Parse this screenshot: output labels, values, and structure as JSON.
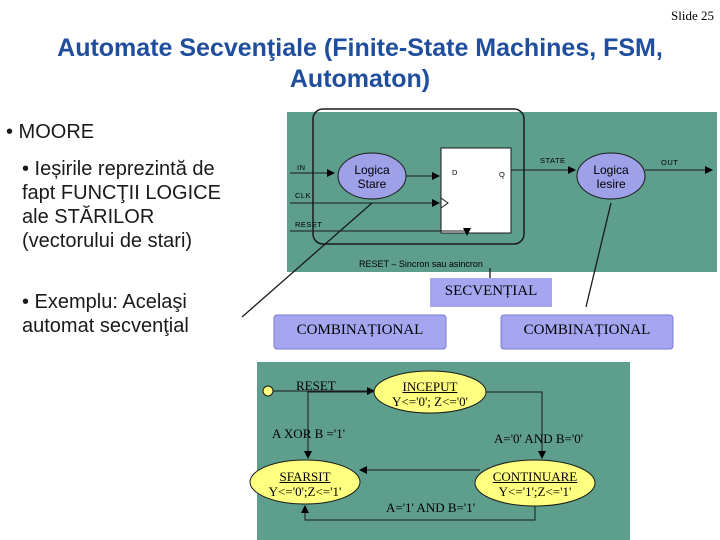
{
  "slide": {
    "number": "Slide 25"
  },
  "title": {
    "line1": "Automate Secvenţiale (Finite-State Machines, FSM,",
    "line2": "Automaton)"
  },
  "bullets": {
    "moore": "• MOORE",
    "outputs": [
      "• Ieșirile reprezintă de",
      "fapt FUNCŢII LOGICE",
      "ale STĂRILOR",
      "(vectorului de stari)"
    ],
    "example": [
      "• Exemplu: Acelaşi",
      "automat secvenţial"
    ]
  },
  "block_diagram": {
    "in": "IN",
    "clk": "CLK",
    "reset": "RESET",
    "logic_state": [
      "Logica",
      "Stare"
    ],
    "d": "D",
    "q": "Q",
    "state": "STATE",
    "logic_out": [
      "Logica",
      "Iesire"
    ],
    "out": "OUT",
    "reset_note": "RESET – Sincron sau asincron"
  },
  "labels": {
    "sequential": "SECVENȚIAL",
    "comb_left": "COMBINAȚIONAL",
    "comb_right": "COMBINAȚIONAL"
  },
  "state_diagram": {
    "reset": "RESET",
    "inceput": [
      "INCEPUT",
      "Y<='0'; Z<='0'"
    ],
    "sfarsit": [
      "SFARSIT",
      "Y<='0';Z<='1'"
    ],
    "continuare": [
      "CONTINUARE",
      "Y<='1';Z<='1'"
    ],
    "t_xor": "A XOR B ='1'",
    "t_a0b0": "A='0' AND B='0'",
    "t_a1b1": "A='1' AND B='1'"
  },
  "colors": {
    "title": "#1f4e9c",
    "diagram_bg": "#5e9e8c",
    "oval_fill": "#9ea0e8",
    "comb_fill": "#a6a6f0",
    "seq_fill": "#a6a6f0",
    "state_yellow": "#ffff80"
  }
}
